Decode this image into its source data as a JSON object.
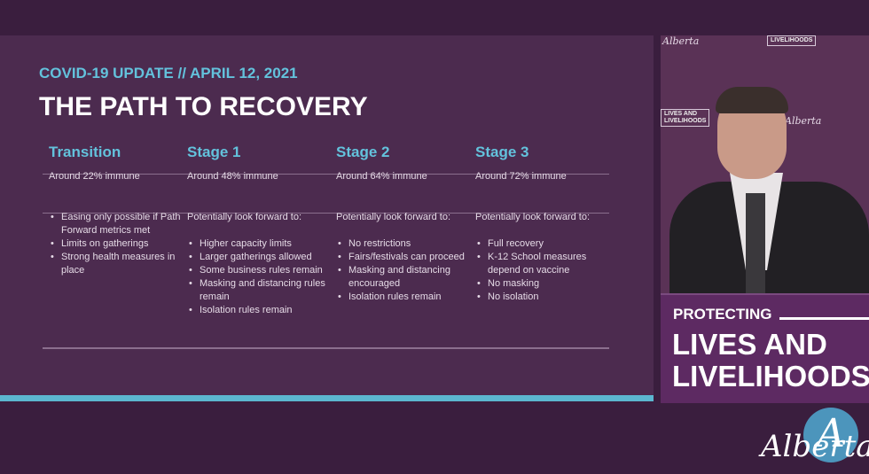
{
  "slide": {
    "subtitle": "COVID-19 UPDATE // APRIL 12, 2021",
    "title": "THE PATH TO RECOVERY",
    "columns": [
      {
        "heading": "Transition",
        "immunity": "Around 22% immune",
        "intro": "",
        "bullets": [
          "Easing only possible if Path Forward metrics met",
          "Limits on gatherings",
          "Strong health measures in place"
        ]
      },
      {
        "heading": "Stage 1",
        "immunity": "Around 48% immune",
        "intro": "Potentially look forward to:",
        "bullets": [
          "Higher capacity limits",
          "Larger gatherings allowed",
          "Some business rules remain",
          "Masking and distancing rules remain",
          "Isolation rules remain"
        ]
      },
      {
        "heading": "Stage 2",
        "immunity": "Around 64% immune",
        "intro": "Potentially look forward to:",
        "bullets": [
          "No restrictions",
          "Fairs/festivals can proceed",
          "Masking and distancing encouraged",
          "Isolation rules remain"
        ]
      },
      {
        "heading": "Stage 3",
        "immunity": "Around 72% immune",
        "intro": "Potentially look forward to:",
        "bullets": [
          "Full recovery",
          "K-12 School measures depend on vaccine",
          "No masking",
          "No isolation"
        ]
      }
    ]
  },
  "video": {
    "backdrop_logo": "Alberta",
    "backdrop_box_top": "LIVELIHOODS",
    "backdrop_box_mid_1": "LIVES AND",
    "backdrop_box_mid_2": "LIVELIHOODS",
    "backdrop_logo_2": "Alberta",
    "banner_small": "PROTECTING",
    "banner_line1": "LIVES AND",
    "banner_line2": "LIVELIHOODS"
  },
  "watermark": {
    "text": "Alberta",
    "badge": "A"
  }
}
